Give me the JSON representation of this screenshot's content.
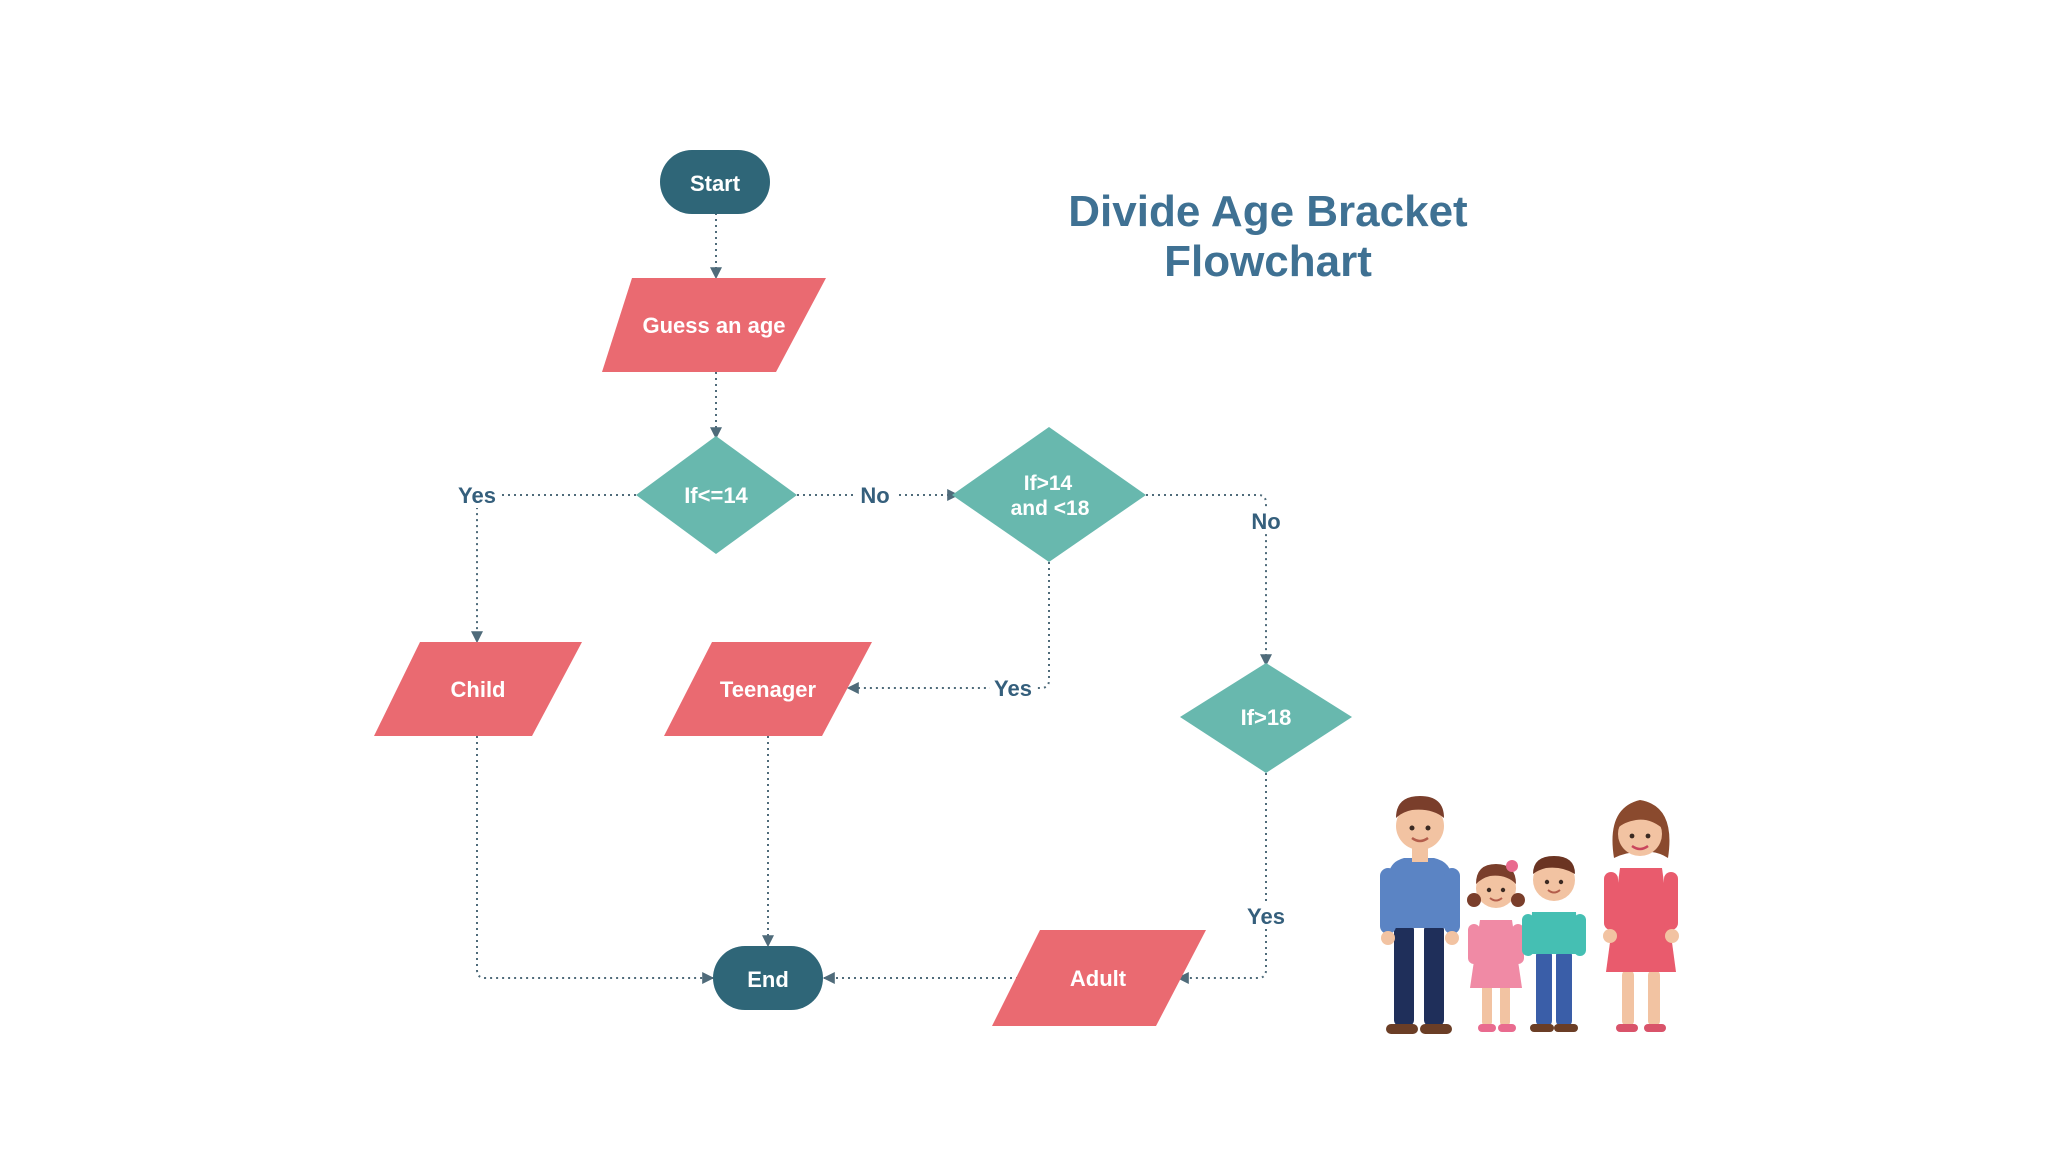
{
  "title": {
    "line1": "Divide Age Bracket",
    "line2": "Flowchart"
  },
  "nodes": {
    "start": "Start",
    "guess": "Guess an age",
    "if_le14": "If<=14",
    "if_14_18_line1": "If>14",
    "if_14_18_line2": "and <18",
    "if_gt18": "If>18",
    "child": "Child",
    "teenager": "Teenager",
    "adult": "Adult",
    "end": "End"
  },
  "edge_labels": {
    "le14_yes": "Yes",
    "le14_no": "No",
    "mid_no": "No",
    "mid_yes": "Yes",
    "gt18_yes": "Yes"
  },
  "colors": {
    "terminal": "#2f6678",
    "io": "#ea6a71",
    "decision": "#68b8ae",
    "edge": "#4f6b7a",
    "label": "#355f7c",
    "title": "#3f7193"
  },
  "illustration": {
    "icon": "family-illustration"
  }
}
